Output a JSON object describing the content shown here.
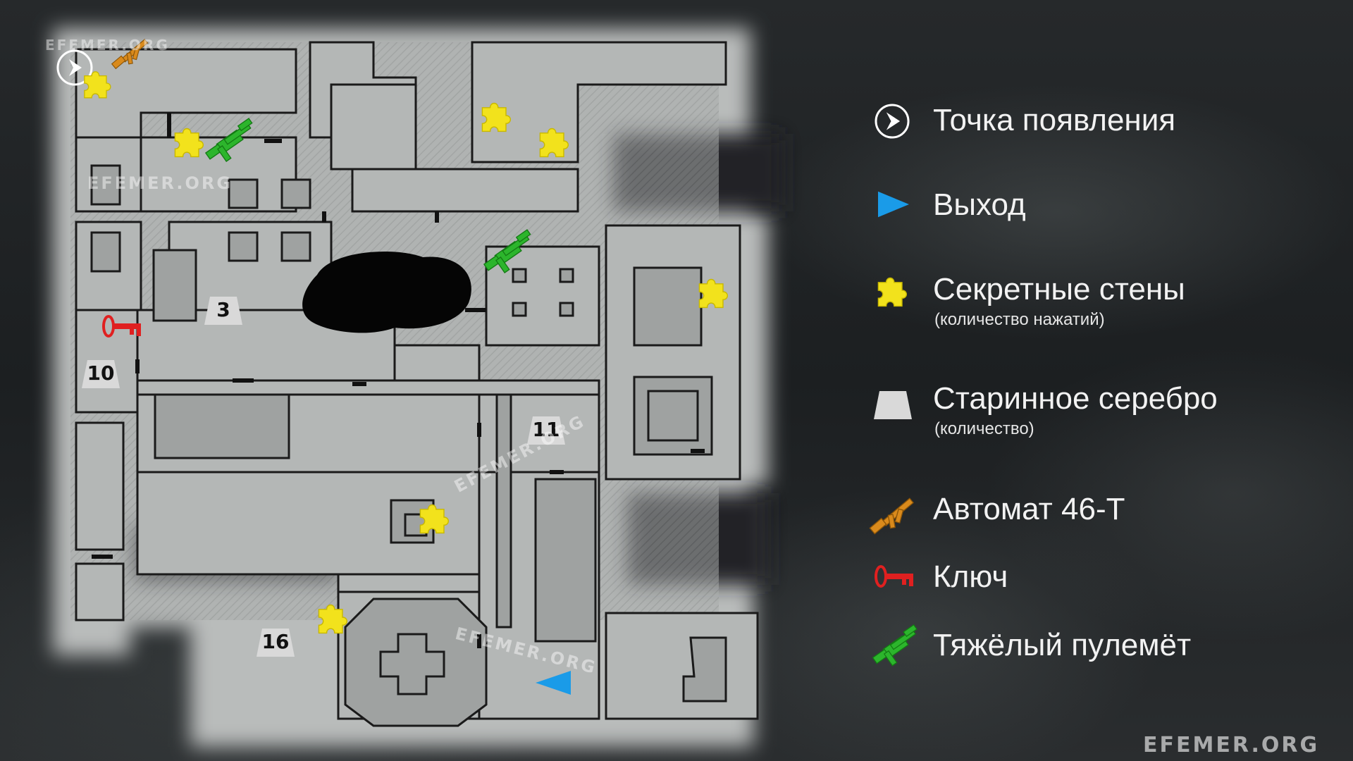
{
  "legend": {
    "spawn": {
      "label": "Точка появления",
      "icon": "spawn-point-icon"
    },
    "exit": {
      "label": "Выход",
      "icon": "exit-arrow-icon",
      "color": "#1a9be8"
    },
    "secret_walls": {
      "label": "Секретные стены",
      "sub": "(количество нажатий)",
      "icon": "puzzle-piece-icon",
      "color": "#f2e21c"
    },
    "silver": {
      "label": "Старинное серебро",
      "sub": "(количество)",
      "icon": "silver-ingot-icon",
      "color": "#d9d9d9"
    },
    "rifle": {
      "label": "Автомат 46-Т",
      "icon": "assault-rifle-icon",
      "color": "#d98a1c"
    },
    "key": {
      "label": "Ключ",
      "icon": "key-icon",
      "color": "#e02020"
    },
    "mg": {
      "label": "Тяжёлый пулемёт",
      "icon": "heavy-machine-gun-icon",
      "color": "#2cb52c"
    }
  },
  "map": {
    "silver_counts": [
      "3",
      "10",
      "11",
      "16"
    ]
  },
  "watermarks": [
    "EFEMER.ORG",
    "EFEMER.ORG",
    "EFEMER.ORG",
    "EFEMER.ORG",
    "EFEMER.ORG"
  ]
}
